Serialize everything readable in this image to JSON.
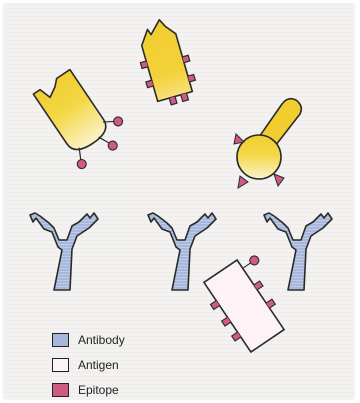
{
  "colors": {
    "antibody": "#a7b8dc",
    "antigen": "#fdf2f5",
    "epitope": "#d05a86",
    "antigen_yellow": "#f1cd2f",
    "outline": "#2a2a2a",
    "paper": "#f3f2f0"
  },
  "legend": {
    "items": [
      {
        "label": "Antibody",
        "color": "#a7b8dc"
      },
      {
        "label": "Antigen",
        "color": "#fdf2f5"
      },
      {
        "label": "Epitope",
        "color": "#d05a86"
      }
    ]
  }
}
